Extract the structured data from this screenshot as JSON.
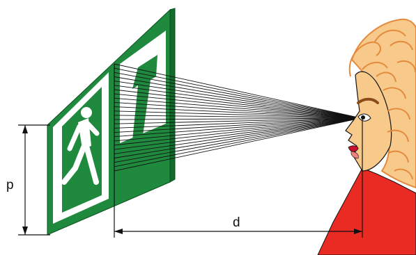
{
  "labels": {
    "p": "p",
    "d": "d"
  },
  "icons": {
    "sign": "running-man-exit-sign-icon",
    "arrow": "direction-arrow-icon",
    "viewer": "viewer-face-icon"
  },
  "colors": {
    "sign_green": "#1f8a3e",
    "sign_green_dark": "#116b2a",
    "face": "#f7c98b",
    "hair": "#e48a3c",
    "shirt": "#ea2b24",
    "lines": "#111111"
  },
  "sight_line_count": 26
}
